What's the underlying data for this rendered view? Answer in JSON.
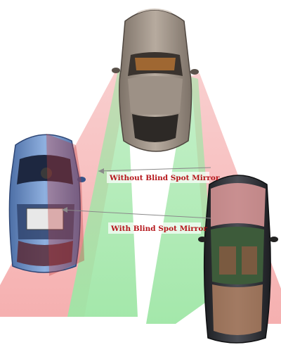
{
  "diagram": {
    "labels": {
      "without": "Without Blind Spot Mirror",
      "with": "With Blind Spot Mirror"
    },
    "colors": {
      "blind_zone": "#f4a7a7",
      "visible_zone": "#9fe6a6",
      "label_text": "#b5161b",
      "car_top": "#9a8c80",
      "car_left": "#6e8fc2",
      "car_right": "#2f3136",
      "pointer_line": "#8a8a8a"
    },
    "vehicles": [
      {
        "id": "top",
        "color_name": "gray-coupe"
      },
      {
        "id": "left",
        "color_name": "blue-hatchback"
      },
      {
        "id": "right",
        "color_name": "black-convertible"
      }
    ]
  }
}
